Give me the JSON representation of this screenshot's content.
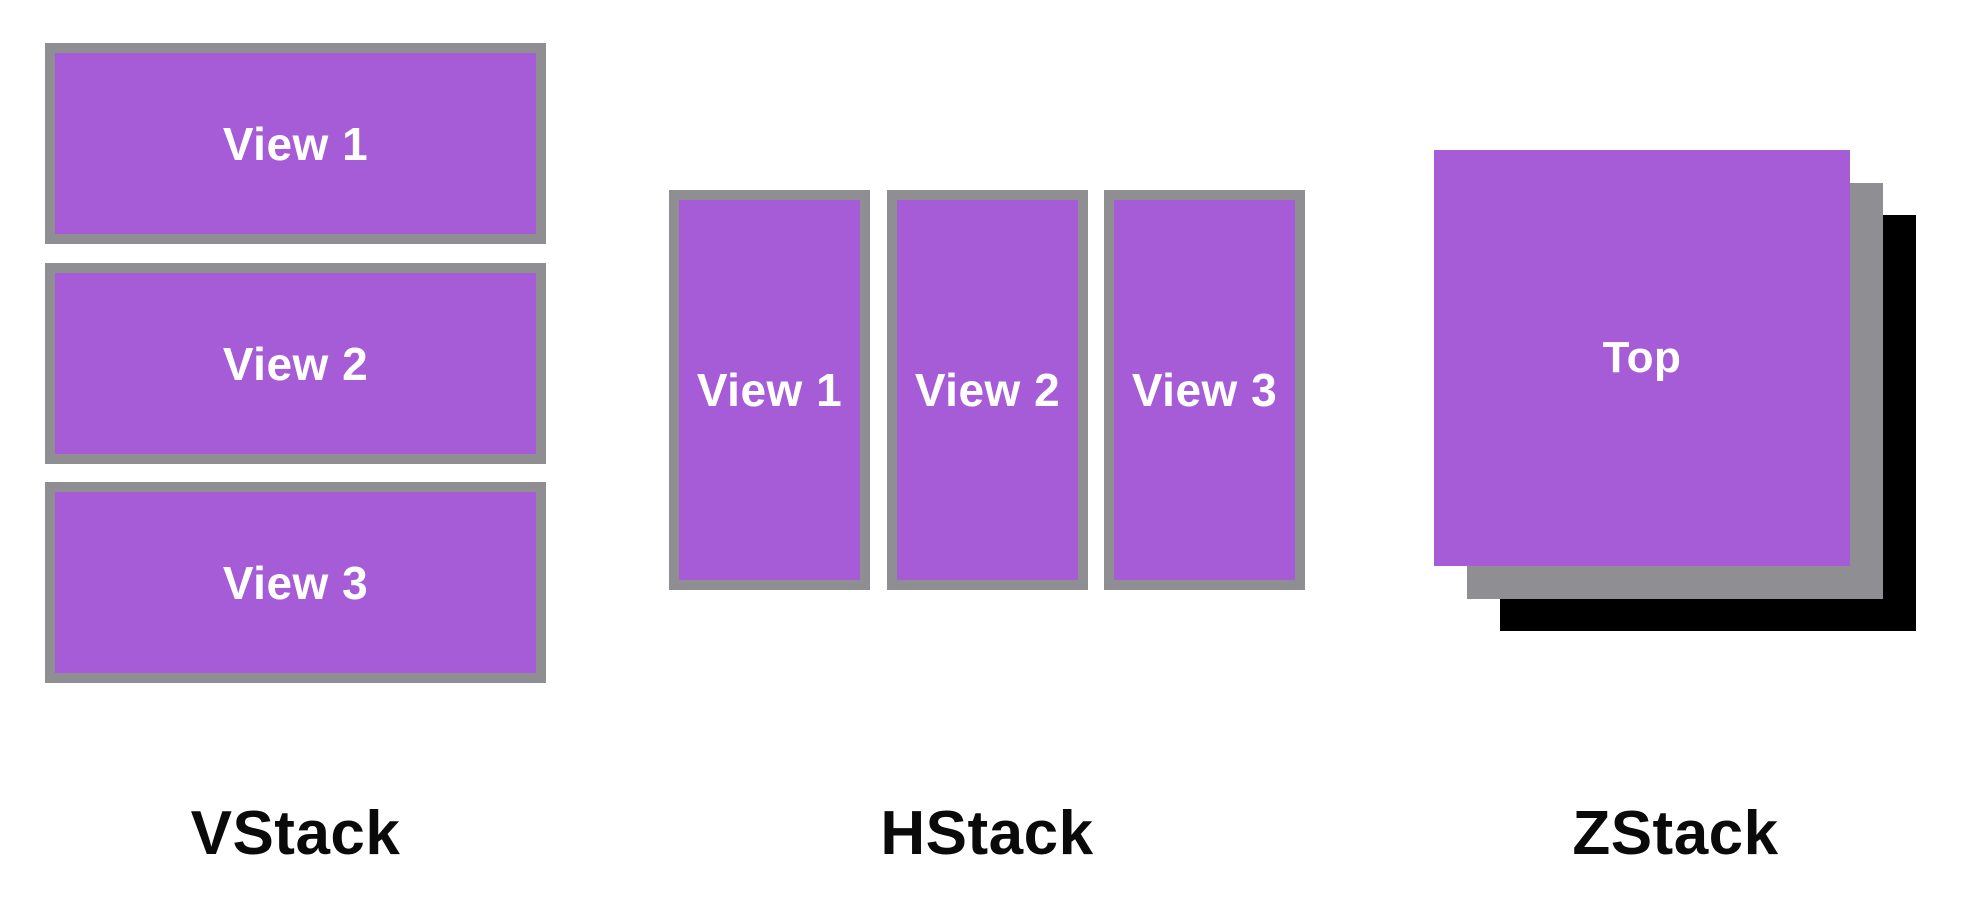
{
  "colors": {
    "purple": "#a55cd6",
    "border_gray": "#8e8e93",
    "zstack_middle_gray": "#8e8e93",
    "zstack_back_black": "#000000",
    "caption_text": "#0a0a0a",
    "view_text": "#ffffff"
  },
  "vstack": {
    "caption": "VStack",
    "views": [
      {
        "label": "View 1"
      },
      {
        "label": "View 2"
      },
      {
        "label": "View 3"
      }
    ]
  },
  "hstack": {
    "caption": "HStack",
    "views": [
      {
        "label": "View 1"
      },
      {
        "label": "View 2"
      },
      {
        "label": "View 3"
      }
    ]
  },
  "zstack": {
    "caption": "ZStack",
    "layers": [
      {
        "name": "back-layer",
        "label": ""
      },
      {
        "name": "middle-layer",
        "label": ""
      },
      {
        "name": "top-layer",
        "label": "Top"
      }
    ]
  }
}
